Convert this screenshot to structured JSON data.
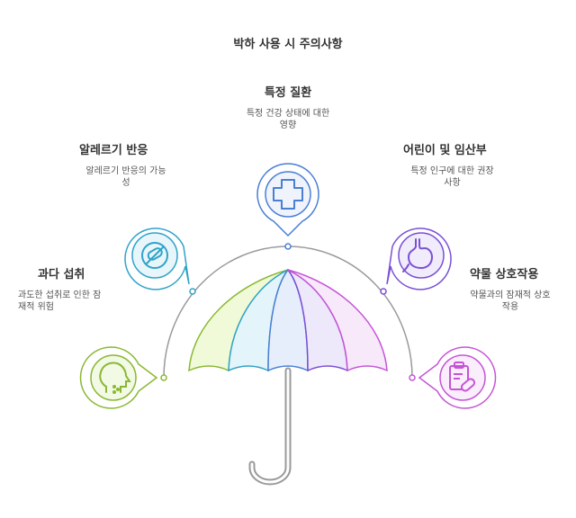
{
  "title": "박하 사용 시 주의사항",
  "items": [
    {
      "key": "condition",
      "label": "특정 질환",
      "desc_lines": [
        "특정 건강 상태에 대한",
        "영향"
      ],
      "icon": "medical-cross-icon",
      "color": "#4a7fd4"
    },
    {
      "key": "allergy",
      "label": "알레르기 반응",
      "desc_lines": [
        "알레르기 반응의 가능",
        "성"
      ],
      "icon": "no-pills-icon",
      "color": "#2fa3c9"
    },
    {
      "key": "children",
      "label": "어린이 및 임산부",
      "desc_lines": [
        "특정 인구에 대한 권장",
        "사항"
      ],
      "icon": "stomach-icon",
      "color": "#7a4fd6"
    },
    {
      "key": "overdose",
      "label": "과다 섭취",
      "desc_lines": [
        "과도한 섭취로 인한 잠",
        "재적 위험"
      ],
      "icon": "head-profile-icon",
      "color": "#8ab832"
    },
    {
      "key": "interaction",
      "label": "약물 상호작용",
      "desc_lines": [
        "약물과의 잠재적 상호",
        "작용"
      ],
      "icon": "clipboard-pill-icon",
      "color": "#c554d6"
    }
  ]
}
